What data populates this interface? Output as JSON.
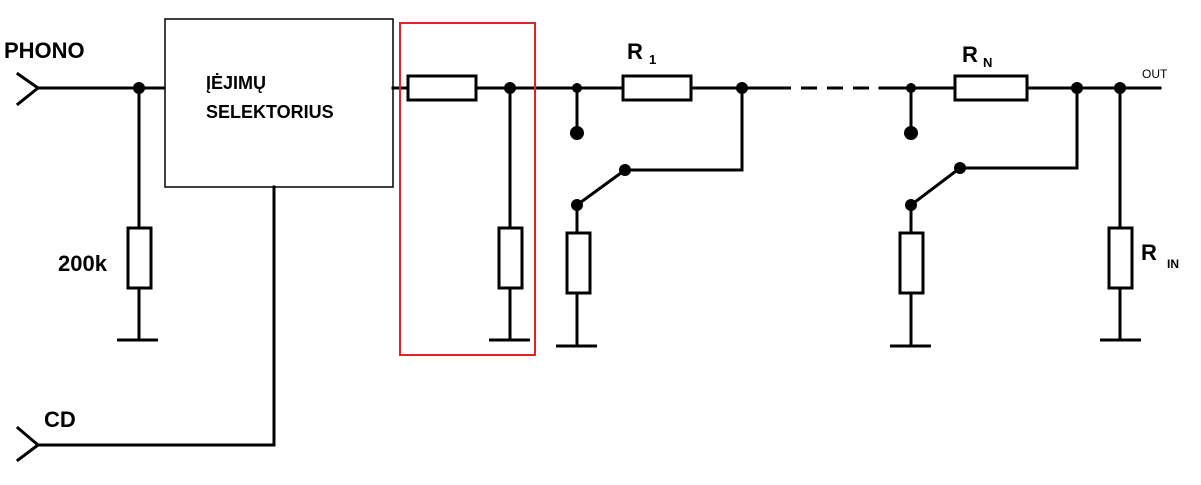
{
  "labels": {
    "phono": "PHONO",
    "cd": "CD",
    "selector_line1": "ĮĖJIMŲ",
    "selector_line2": "SELEKTORIUS",
    "r200k": "200k",
    "r1_main": "R",
    "r1_sub": "1",
    "rn_main": "R",
    "rn_sub": "N",
    "rin_main": "R",
    "rin_sub": "IN",
    "out": "OUT"
  },
  "colors": {
    "line": "#000000",
    "highlight": "#e02424",
    "background": "#ffffff"
  }
}
